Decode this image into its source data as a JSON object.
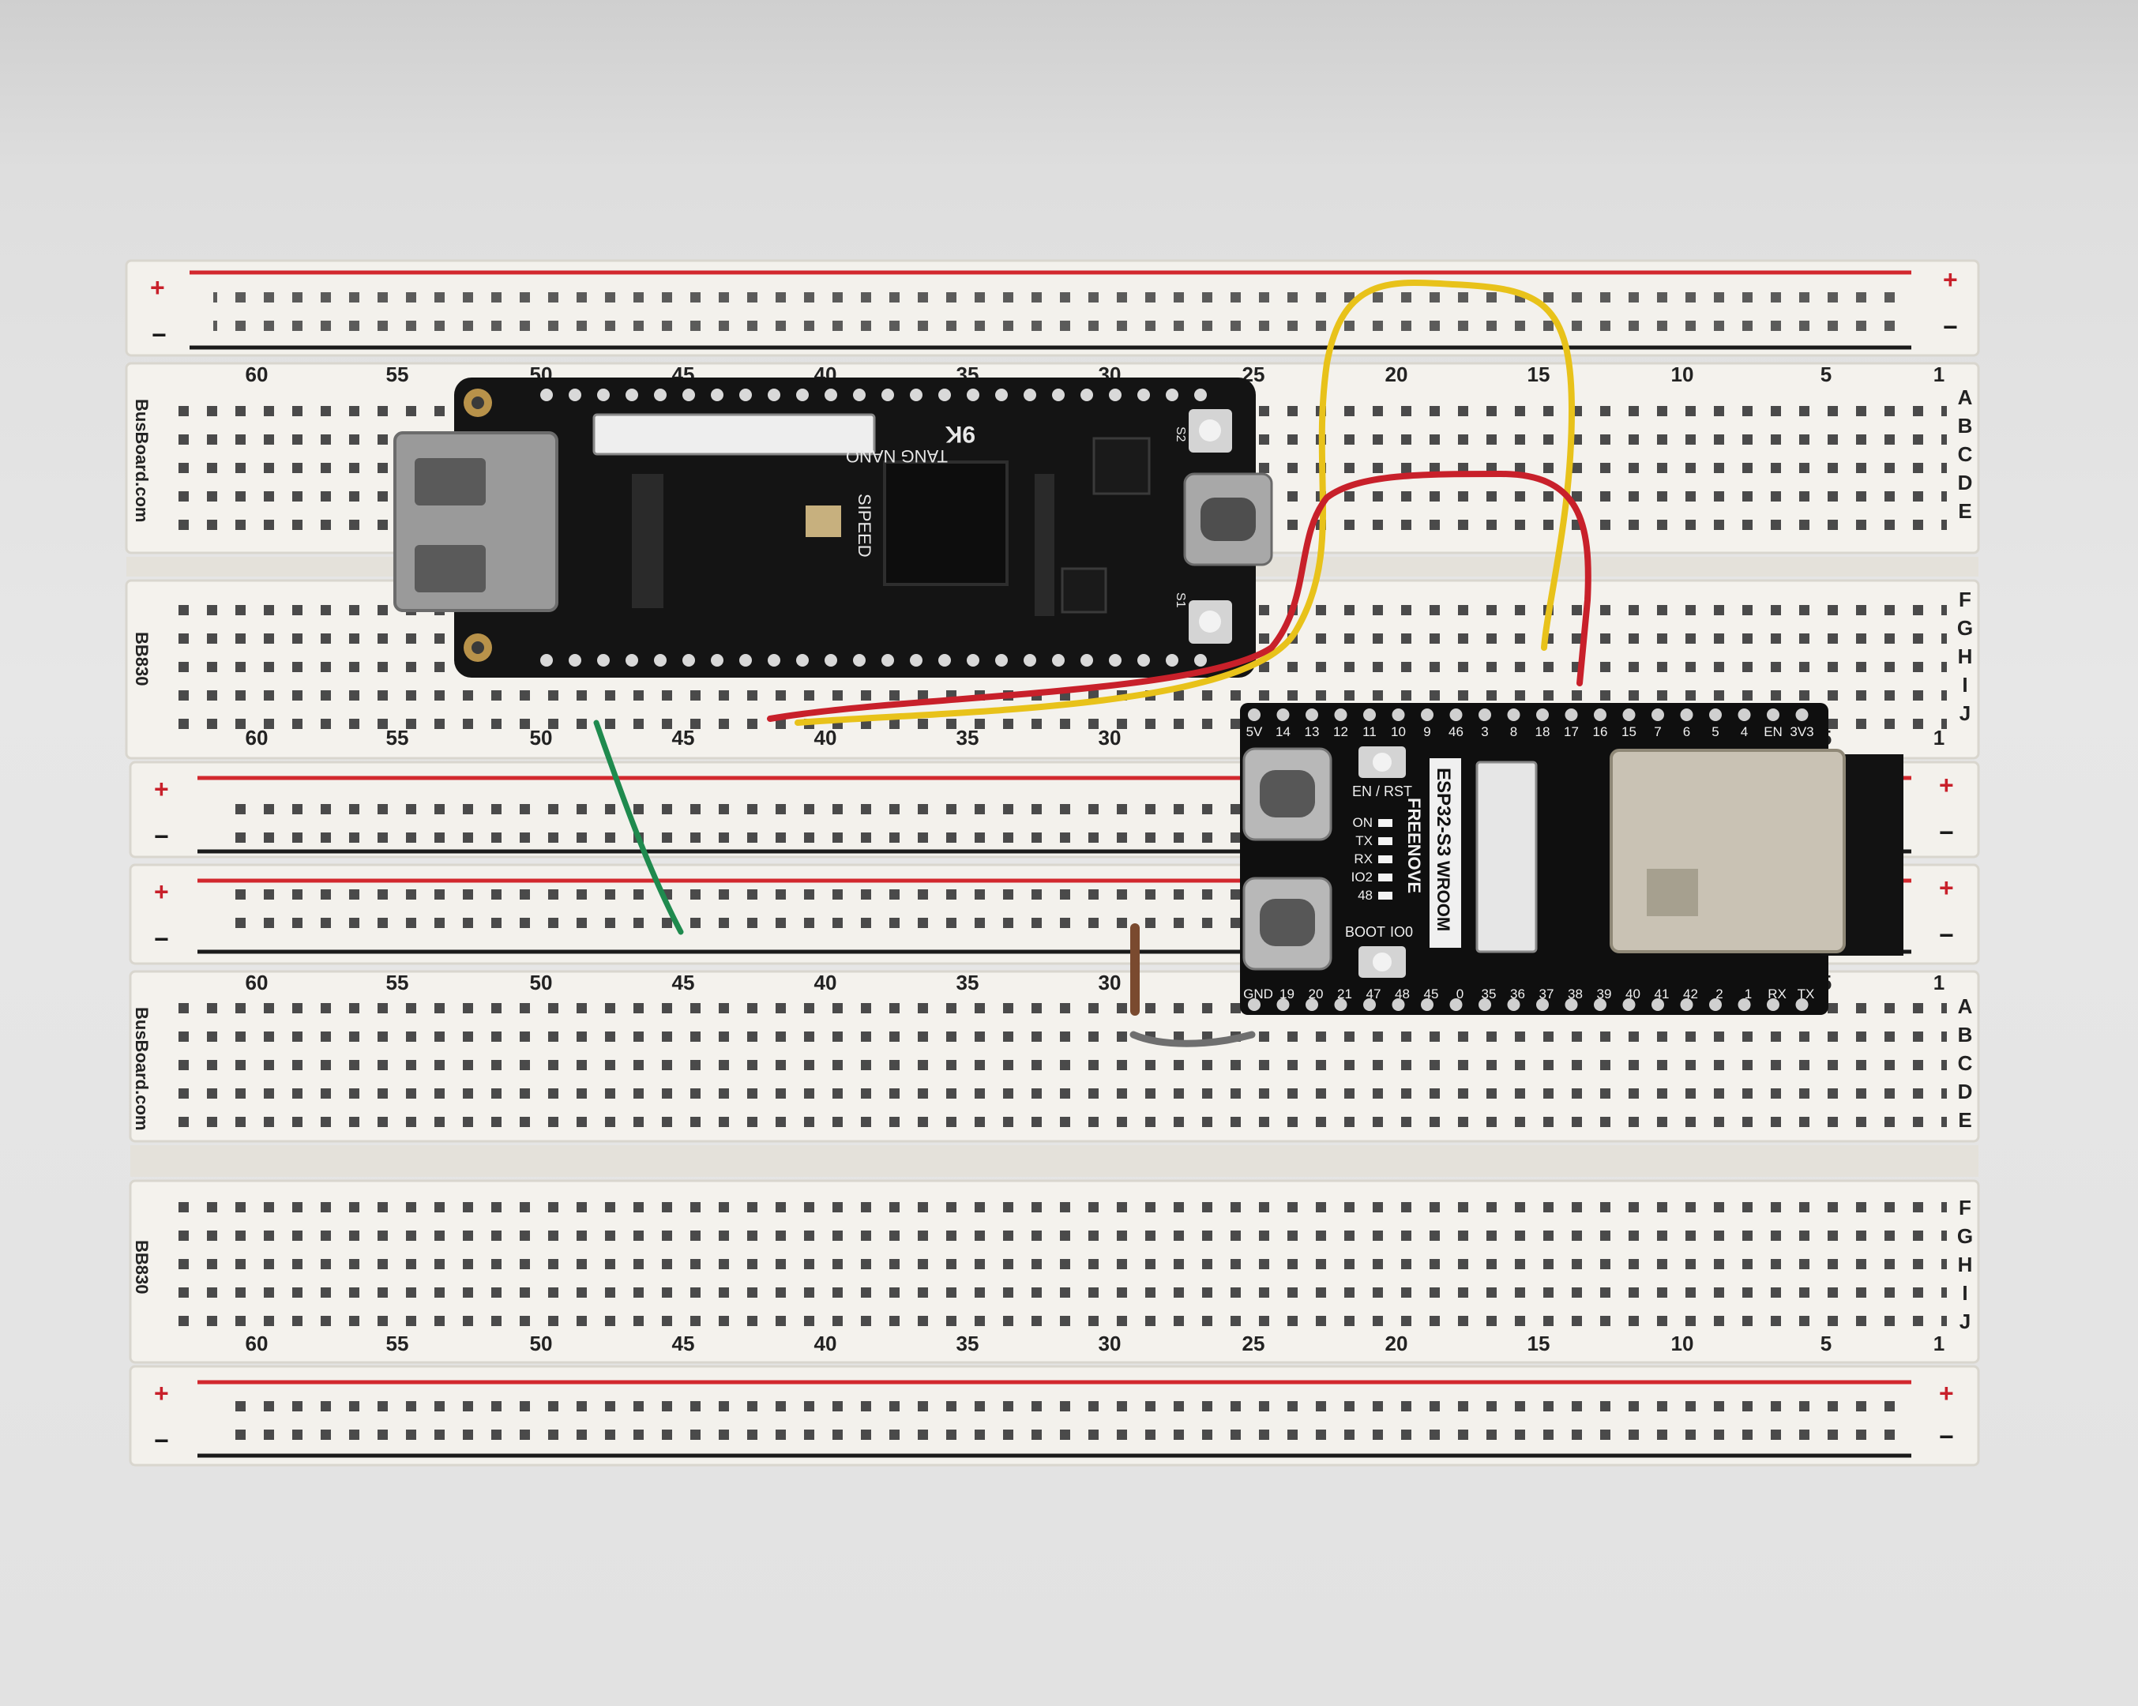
{
  "breadboard": {
    "brand": "BusBoard.com",
    "model": "BB830",
    "rail_plus": "+",
    "rail_minus": "−",
    "column_numbers": [
      "60",
      "55",
      "50",
      "45",
      "40",
      "35",
      "30",
      "25",
      "20",
      "15",
      "10",
      "5",
      "1"
    ],
    "rows_top": [
      "A",
      "B",
      "C",
      "D",
      "E"
    ],
    "rows_bottom": [
      "F",
      "G",
      "H",
      "I",
      "J"
    ]
  },
  "fpga_board": {
    "name": "TANG NANO",
    "variant": "9K",
    "maker": "SIPEED",
    "button_labels": [
      "S2",
      "S1"
    ]
  },
  "esp32_board": {
    "chip": "ESP32-S3",
    "module": "WROOM",
    "brand": "FREENOVE",
    "top_pins": [
      "5V",
      "14",
      "13",
      "12",
      "11",
      "10",
      "9",
      "46",
      "3",
      "8",
      "18",
      "17",
      "16",
      "15",
      "7",
      "6",
      "5",
      "4",
      "EN",
      "3V3"
    ],
    "bottom_pins": [
      "GND",
      "19",
      "20",
      "21",
      "47",
      "48",
      "45",
      "0",
      "35",
      "36",
      "37",
      "38",
      "39",
      "40",
      "41",
      "42",
      "2",
      "1",
      "RX",
      "TX"
    ],
    "en_rst_label": "EN / RST",
    "boot_label": "BOOT",
    "io0_label": "IO0",
    "led_labels": [
      "ON",
      "TX",
      "RX",
      "IO2",
      "48"
    ]
  },
  "wire_colors": {
    "yellow": "#e8c21a",
    "red": "#c8202a",
    "green": "#1f8a4e",
    "rail_red": "#d2282e",
    "rail_black": "#1a1a1a"
  }
}
